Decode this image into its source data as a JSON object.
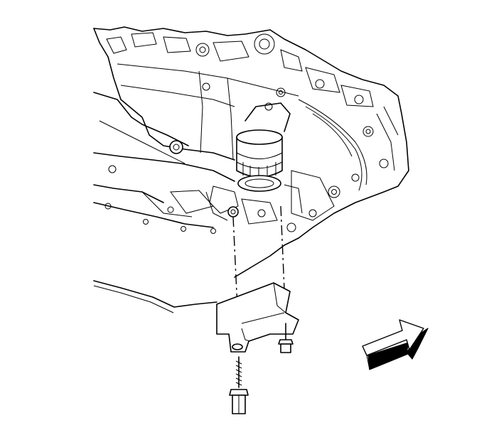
{
  "figure": {
    "subject": "engine-underside-with-oil-filter-and-shield",
    "parts": [
      "oil-filter",
      "engine-block",
      "oil-pan",
      "splash-shield",
      "shield-bolt",
      "shield-stud-nut"
    ],
    "direction_indicator": "front-arrow-icon",
    "colors": {
      "line": "#000000",
      "background": "#ffffff",
      "arrow_fill": "#000000"
    }
  }
}
